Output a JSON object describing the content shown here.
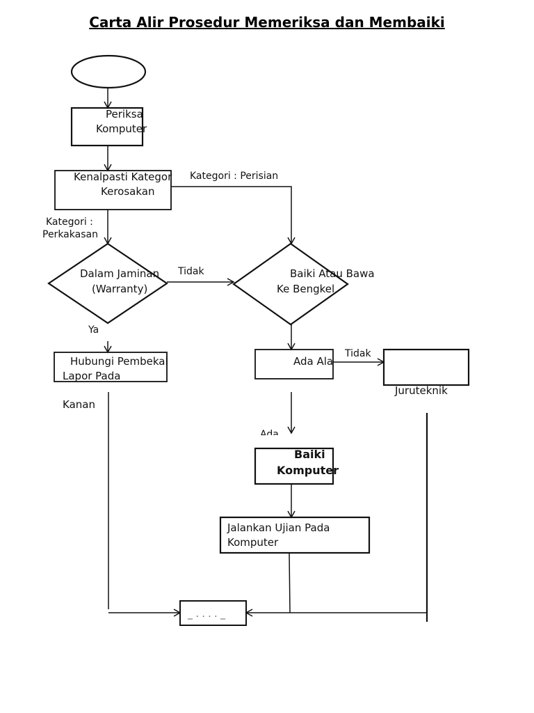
{
  "title": "Carta Alir Prosedur Memeriksa dan Membaiki",
  "nodes": {
    "start": {
      "label": ""
    },
    "periksa": {
      "line1": "Periksa",
      "line2": "Komputer"
    },
    "kenalpasti": {
      "line1": "Kenalpasti Kategor",
      "line2": "Kerosakan"
    },
    "jaminan": {
      "line1": "Dalam Jaminan",
      "line2": "(Warranty)"
    },
    "baiki_bawa": {
      "line1": "Baiki Atau Bawa",
      "line2": "Ke Bengkel"
    },
    "hubungi": {
      "line1": "Hubungi Pembekal",
      "line2": "Lapor Pada",
      "line3": "Kanan"
    },
    "ada_alat": {
      "label": "Ada Ala"
    },
    "juruteknik": {
      "label": "Juruteknik"
    },
    "baiki_komputer": {
      "line1": "Baiki",
      "line2": "Komputer"
    },
    "ujian": {
      "line1": "Jalankan Ujian Pada",
      "line2": "Komputer"
    },
    "end": {
      "label": "_ . . . . _"
    }
  },
  "edges": {
    "perisian": "Kategori : Perisian",
    "perkakasan_1": "Kategori :",
    "perkakasan_2": "Perkakasan",
    "tidak_1": "Tidak",
    "ya": "Ya",
    "tidak_2": "Tidak",
    "ada": "Ada"
  }
}
